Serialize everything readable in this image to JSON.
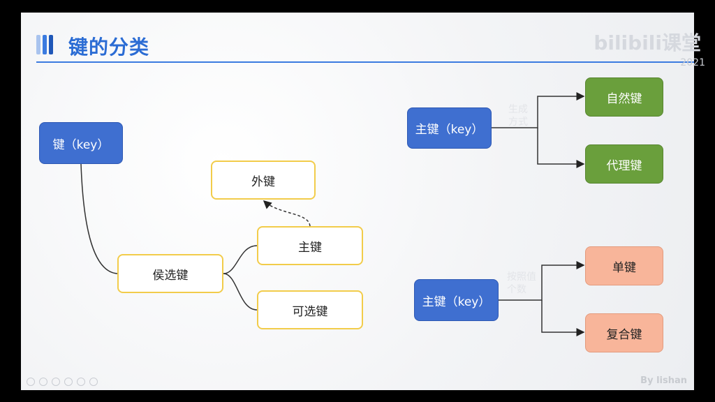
{
  "slide": {
    "title": "键的分类",
    "brand": "bilibili课堂",
    "brand_sub": "2021",
    "footer": "By lishan",
    "accent_color": "#2b6cd4"
  },
  "left_tree": {
    "root": "键（key）",
    "candidate": "侯选键",
    "primary": "主键",
    "alternate": "可选键",
    "foreign": "外键"
  },
  "right_top": {
    "root": "主键（key）",
    "annotation": "生成\n方式",
    "children": [
      "自然键",
      "代理键"
    ]
  },
  "right_bottom": {
    "root": "主键（key）",
    "annotation": "按照值\n个数",
    "children": [
      "单键",
      "复合键"
    ]
  },
  "icons": [
    "title-bars-icon",
    "toolbar-icons"
  ]
}
